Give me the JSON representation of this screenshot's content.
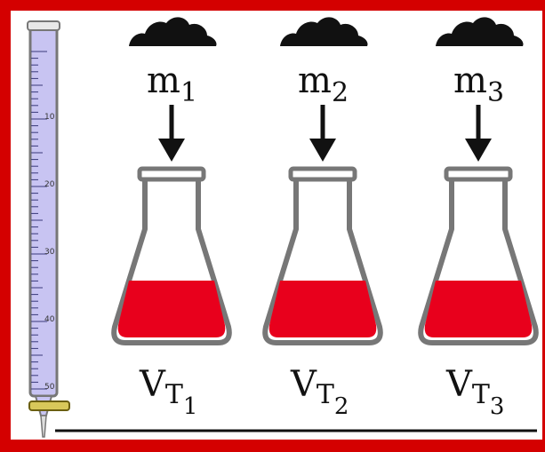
{
  "colors": {
    "frame": "#d40000",
    "background": "#ffffff",
    "liquid": "#e8001c",
    "burette_fill": "#c8c4f2",
    "glass_outline": "#777777",
    "stopcock": "#d8c85a",
    "ink": "#111111"
  },
  "burette": {
    "scale_labels": [
      "10",
      "20",
      "30",
      "40",
      "50"
    ]
  },
  "flasks": [
    {
      "mass_symbol": "m",
      "mass_subscript": "1",
      "volume_symbol": "V",
      "volume_subscript": "T",
      "volume_subsubscript": "1",
      "sample_icon": "powder-pile-icon",
      "arrow_icon": "down-arrow-icon"
    },
    {
      "mass_symbol": "m",
      "mass_subscript": "2",
      "volume_symbol": "V",
      "volume_subscript": "T",
      "volume_subsubscript": "2",
      "sample_icon": "powder-pile-icon",
      "arrow_icon": "down-arrow-icon"
    },
    {
      "mass_symbol": "m",
      "mass_subscript": "3",
      "volume_symbol": "V",
      "volume_subscript": "T",
      "volume_subsubscript": "3",
      "sample_icon": "powder-pile-icon",
      "arrow_icon": "down-arrow-icon"
    }
  ]
}
